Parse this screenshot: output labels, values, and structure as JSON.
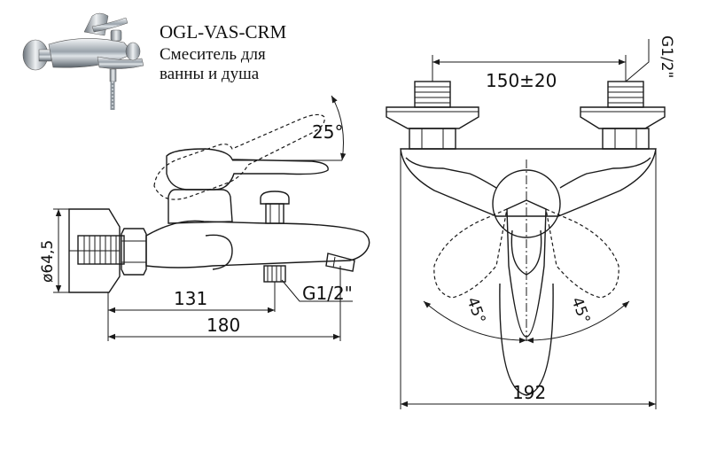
{
  "header": {
    "model": "OGL-VAS-CRM",
    "description_line1": "Смеситель для",
    "description_line2": "ванны и душа"
  },
  "dimensions": {
    "diameter": "ø64,5",
    "length_131": "131",
    "length_180": "180",
    "thread_bottom": "G1/2\"",
    "angle_25": "25°",
    "centers": "150±20",
    "thread_top": "G1/2\"",
    "angle_left": "45°",
    "angle_right": "45°",
    "width_192": "192"
  },
  "icons": {
    "product_photo": "faucet-photo-icon"
  }
}
